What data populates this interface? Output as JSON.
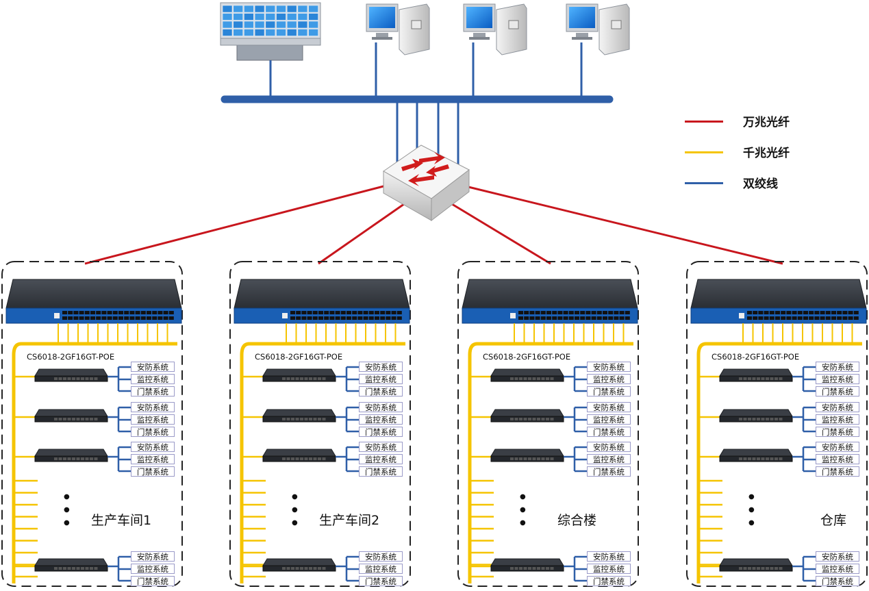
{
  "legend": {
    "items": [
      {
        "label": "万兆光纤",
        "color": "#c8161d"
      },
      {
        "label": "千兆光纤",
        "color": "#f5c400"
      },
      {
        "label": "双绞线",
        "color": "#2f5fa8"
      }
    ]
  },
  "colors": {
    "backbone": "#2f5fa8",
    "fiber_10g": "#c8161d",
    "fiber_1g": "#f5c400",
    "switch_blue": "#1a5fb4",
    "dashed_border": "#222222"
  },
  "icons": [
    "video-wall-icon",
    "pc-icon",
    "pc-icon",
    "pc-icon",
    "core-switch-icon"
  ],
  "zones": [
    {
      "name": "生产车间1",
      "model": "CS6018-2GF16GT-POE"
    },
    {
      "name": "生产车间2",
      "model": "CS6018-2GF16GT-POE"
    },
    {
      "name": "综合楼",
      "model": "CS6018-2GF16GT-POE"
    },
    {
      "name": "仓库",
      "model": "CS6018-2GF16GT-POE"
    }
  ],
  "systems": [
    "安防系统",
    "监控系统",
    "门禁系统"
  ],
  "ellipsis": "⋮"
}
